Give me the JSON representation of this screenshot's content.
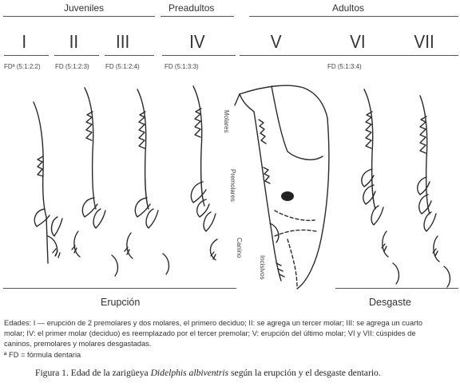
{
  "groups": {
    "juveniles": "Juveniles",
    "preadultos": "Preadultos",
    "adultos": "Adultos"
  },
  "stages": [
    "I",
    "II",
    "III",
    "IV",
    "V",
    "VI",
    "VII"
  ],
  "formulas": [
    "FDª (5:1:2:2)",
    "FD (5:1:2:3)",
    "FD (5:1:2:4)",
    "FD (5:1:3:3)",
    "FD (5:1:3:4)"
  ],
  "tooth_labels": {
    "molares": "Molares",
    "premolares": "Premolares",
    "canino": "Canino",
    "incisivos": "Incisivos"
  },
  "sections": {
    "erupcion": "Erupción",
    "desgaste": "Desgaste"
  },
  "caption": {
    "line1": "Edades: I — erupción de 2 premolares y dos molares, el primero deciduo; II: se agrega un tercer molar; III: se agrega un cuarto",
    "line2": "molar; IV: el primer molar (deciduo) es reemplazado por el tercer premolar; V: erupción del último molar; VI y VII: cúspides de",
    "line3": "caninos, premolares y molares desgastadas.",
    "footnote": "ª FD = fórmula dentaria"
  },
  "figure": {
    "prefix": "Figura 1.",
    "text_before": " Edad de la zarigüeya ",
    "species": "Didelphis albiventris",
    "text_after": " según la erupción y el desgaste dentario."
  },
  "colors": {
    "ink": "#2a2a2a",
    "rule": "#555555"
  }
}
